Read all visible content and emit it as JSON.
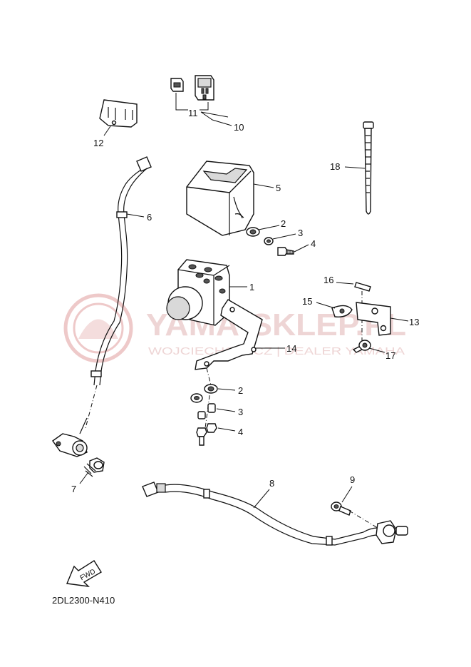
{
  "diagram": {
    "code": "2DL2300-N410",
    "fwd_label": "FWD",
    "watermark": {
      "main": "YAMA-SKLEP.PL",
      "sub": "WOJCIECHOWICZ | DEALER YAMAHA"
    },
    "callouts": {
      "c1": "1",
      "c2a": "2",
      "c2b": "2",
      "c3a": "3",
      "c3b": "3",
      "c4a": "4",
      "c4b": "4",
      "c5": "5",
      "c6": "6",
      "c7": "7",
      "c8": "8",
      "c9": "9",
      "c10": "10",
      "c11": "11",
      "c12": "12",
      "c13": "13",
      "c14": "14",
      "c15": "15",
      "c16": "16",
      "c17": "17",
      "c18": "18"
    }
  }
}
